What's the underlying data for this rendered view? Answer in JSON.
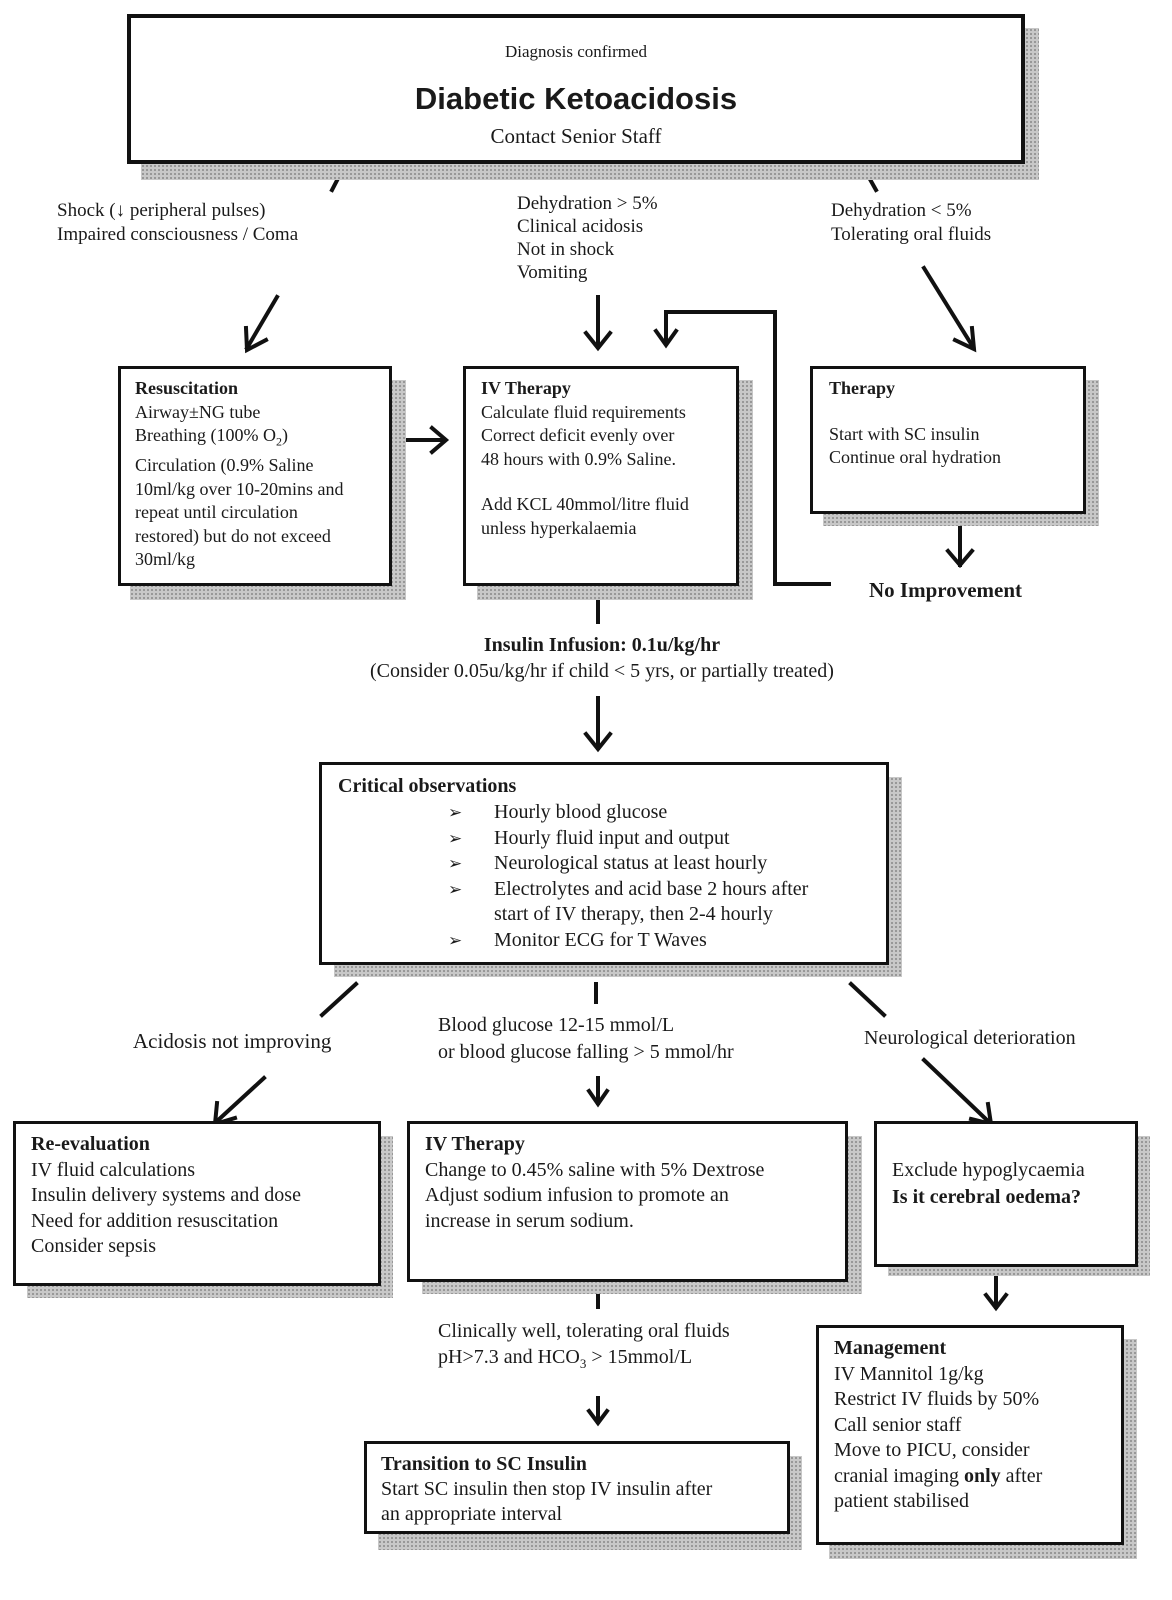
{
  "header": {
    "pre": "Diagnosis confirmed",
    "title": "Diabetic Ketoacidosis",
    "sub": "Contact Senior Staff"
  },
  "branches_top": {
    "left": [
      "Shock (↓ peripheral pulses)",
      "Impaired consciousness / Coma"
    ],
    "center": [
      "Dehydration > 5%",
      "Clinical acidosis",
      "Not in shock",
      "Vomiting"
    ],
    "right": [
      "Dehydration < 5%",
      "Tolerating oral fluids"
    ]
  },
  "resuscitation": {
    "title": "Resuscitation",
    "line1": "Airway±NG tube",
    "line2_pre": "Breathing (100% O",
    "line2_sub": "2",
    "line2_post": ")",
    "rest": [
      "Circulation (0.9% Saline",
      "10ml/kg over 10-20mins and",
      "repeat until circulation",
      "restored) but do not exceed",
      "30ml/kg"
    ]
  },
  "iv_therapy_1": {
    "title": "IV Therapy",
    "lines": [
      "Calculate fluid requirements",
      "Correct deficit evenly over",
      "48 hours with 0.9% Saline."
    ],
    "lines2": [
      "Add KCL 40mmol/litre fluid",
      "unless hyperkalaemia"
    ]
  },
  "therapy": {
    "title": "Therapy",
    "lines": [
      "Start with SC insulin",
      "Continue oral hydration"
    ]
  },
  "no_improvement": "No Improvement",
  "insulin": {
    "title": "Insulin Infusion: 0.1u/kg/hr",
    "note": "(Consider 0.05u/kg/hr if child < 5 yrs, or partially treated)"
  },
  "critical": {
    "title": "Critical observations",
    "items": [
      "Hourly blood glucose",
      "Hourly fluid input and output",
      "Neurological status at least hourly",
      "Electrolytes and acid base 2 hours after",
      "Monitor ECG for T Waves"
    ],
    "item4_cont": "start of IV therapy, then 2-4 hourly"
  },
  "branches_mid": {
    "left": "Acidosis not improving",
    "center": [
      "Blood glucose 12-15 mmol/L",
      "or blood glucose falling > 5 mmol/hr"
    ],
    "right": "Neurological deterioration"
  },
  "reevaluation": {
    "title": "Re-evaluation",
    "lines": [
      "IV fluid calculations",
      "Insulin delivery systems and dose",
      "Need for addition resuscitation",
      "Consider sepsis"
    ]
  },
  "iv_therapy_2": {
    "title": "IV Therapy",
    "lines": [
      "Change to 0.45% saline with 5% Dextrose",
      "Adjust sodium infusion to promote an",
      "increase in serum sodium."
    ]
  },
  "cerebral": {
    "line1": "Exclude hypoglycaemia",
    "line2": "Is it cerebral oedema?"
  },
  "criteria": {
    "line1": "Clinically well, tolerating oral fluids",
    "line2_pre": "pH>7.3 and HCO",
    "line2_sub": "3",
    "line2_post": " > 15mmol/L"
  },
  "transition": {
    "title": "Transition to SC Insulin",
    "lines": [
      "Start SC insulin then stop IV insulin after",
      "an appropriate interval"
    ]
  },
  "management": {
    "title": "Management",
    "lines": [
      "IV Mannitol 1g/kg",
      "Restrict IV fluids by 50%",
      "Call senior staff",
      "Move to PICU, consider"
    ],
    "last_pre": "cranial imaging ",
    "last_bold": "only",
    "last_post": " after",
    "final": "patient stabilised"
  }
}
